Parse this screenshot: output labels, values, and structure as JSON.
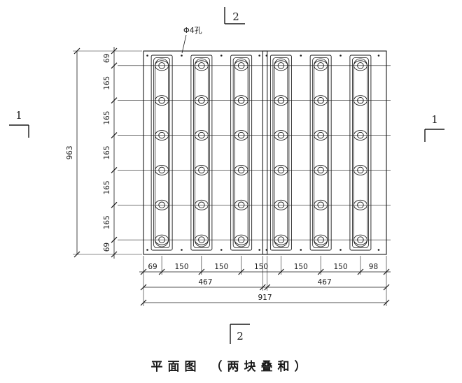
{
  "title": "平面图 （两块叠和）",
  "labels": {
    "hole": "Φ4孔",
    "section_1": "1",
    "section_2": "2"
  },
  "dimensions": {
    "left_chain": [
      "69",
      "165",
      "165",
      "165",
      "165",
      "165",
      "69"
    ],
    "left_total": "963",
    "bottom_chain": [
      "69",
      "150",
      "150",
      "150",
      "150",
      "150",
      "98"
    ],
    "plate_widths": [
      "467",
      "467"
    ],
    "bottom_total": "917"
  },
  "colors": {
    "ink": "#1a1a1a",
    "background": "#ffffff"
  }
}
